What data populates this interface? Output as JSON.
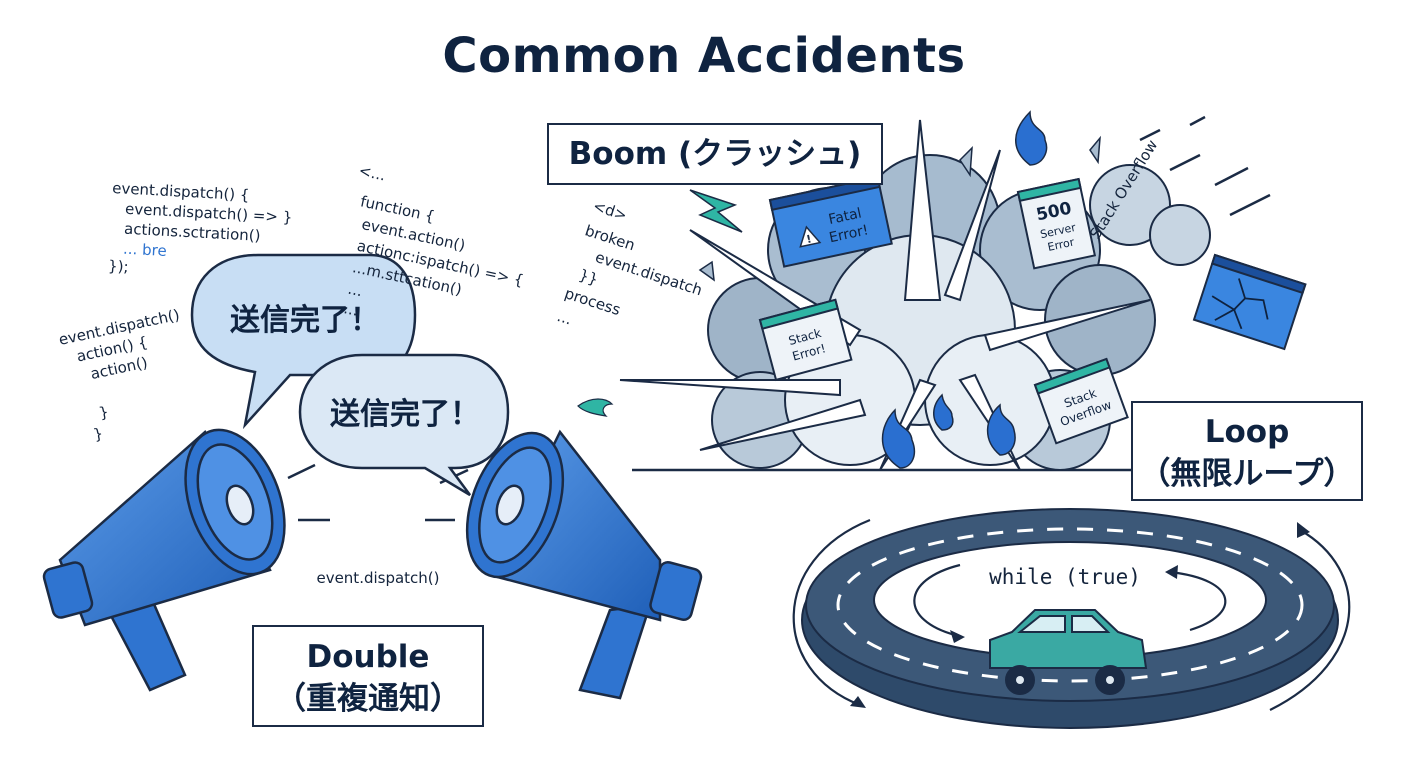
{
  "title": "Common Accidents",
  "double": {
    "label_en": "Double",
    "label_jp": "（重複通知）",
    "bubble_1": "送信完了！",
    "bubble_2": "送信完了！",
    "dispatch_caption": "event.dispatch()",
    "code_left": [
      "event.dispatch() {",
      "  event.dispatch() => }",
      "  actions.sctration()",
      "  ... bre",
      "});"
    ],
    "code_left_2": [
      "event.dispatch()",
      "  action() {",
      "    action()",
      "",
      "  }",
      "}"
    ],
    "code_mid": [
      "<...",
      "function {",
      "  event.action()",
      "  actionc:ispatch() => {",
      "  ...m.sttcation()",
      "  ...",
      "  ..."
    ]
  },
  "boom": {
    "label": "Boom (クラッシュ)",
    "code": [
      "<d>",
      "broken",
      "  event.dispatch",
      "  }}",
      "process",
      "  ..."
    ],
    "fatal_line1": "Fatal",
    "fatal_line2": "Error!",
    "server_code": "500",
    "server_line1": "Server",
    "server_line2": "Error",
    "stack_error_line1": "Stack",
    "stack_error_line2": "Error!",
    "stack_overflow_line1": "Stack",
    "stack_overflow_line2": "Overflow",
    "stack_overflow_text": "Stack Overflow",
    "colors": {
      "smoke": "#b7c8d8",
      "smoke_dark": "#8ea5bb",
      "fire": "#2a6fd0"
    }
  },
  "loop": {
    "label_en": "Loop",
    "label_jp": "（無限ループ）",
    "code": "while (true)",
    "colors": {
      "road": "#3c5878",
      "car": "#3aa9a3"
    }
  },
  "colors": {
    "accent": "#2f74d0",
    "navy": "#0f2340"
  }
}
